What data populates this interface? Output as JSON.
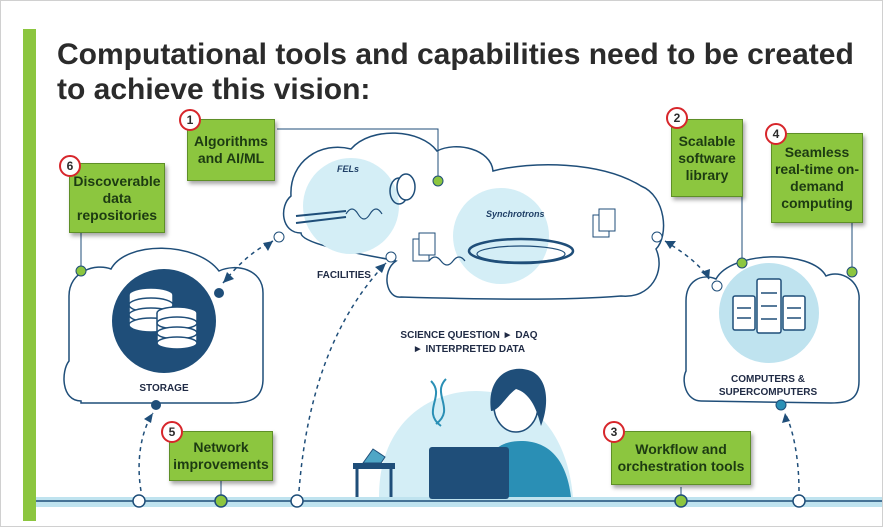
{
  "title": "Computational tools and capabilities need to be created to achieve this vision:",
  "callouts": [
    {
      "number": "1",
      "label": "Algorithms and AI/ML"
    },
    {
      "number": "2",
      "label": "Scalable software library"
    },
    {
      "number": "3",
      "label": "Workflow and orchestration tools"
    },
    {
      "number": "4",
      "label": "Seamless real-time on-demand computing"
    },
    {
      "number": "5",
      "label": "Network improvements"
    },
    {
      "number": "6",
      "label": "Discoverable data repositories"
    }
  ],
  "labels": {
    "facilities": "FACILITIES",
    "fels": "FELs",
    "synchrotrons": "Synchrotrons",
    "storage": "STORAGE",
    "computers": "COMPUTERS & SUPERCOMPUTERS",
    "science_line1": "SCIENCE QUESTION ► DAQ",
    "science_line2": "► INTERPRETED DATA"
  },
  "colors": {
    "accent_green": "#8cc63f",
    "dark_blue": "#1f4e79",
    "light_blue": "#bfe3ef",
    "line_blue": "#1f4e79",
    "badge_red": "#d7262b"
  }
}
